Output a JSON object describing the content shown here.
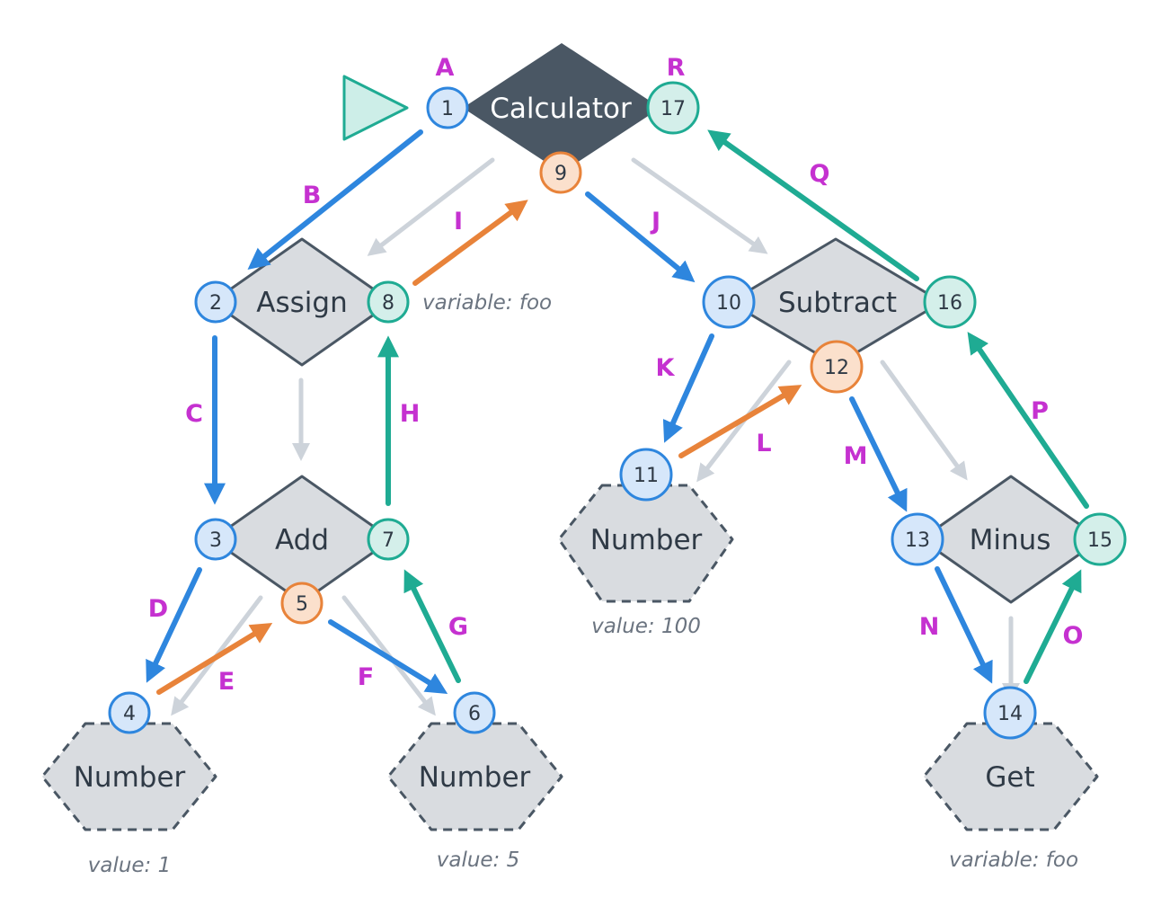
{
  "colors": {
    "blue": "#2e86de",
    "teal": "#1fab93",
    "orange": "#e8833a",
    "grey": "#cdd3da",
    "letter": "#c531d0",
    "root_fill": "#4a5764",
    "node_fill": "#d9dce0",
    "node_stroke": "#4a5764"
  },
  "root": {
    "label": "Calculator",
    "entry": "1",
    "exit": "17",
    "result": "9",
    "start_icon": "play-triangle-icon"
  },
  "nodes": {
    "assign": {
      "label": "Assign",
      "entry": "2",
      "exit": "8",
      "note": "variable: foo"
    },
    "add": {
      "label": "Add",
      "entry": "3",
      "exit": "7",
      "result": "5"
    },
    "num_a": {
      "label": "Number",
      "entry": "4",
      "note": "value: 1"
    },
    "num_b": {
      "label": "Number",
      "entry": "6",
      "note": "value: 5"
    },
    "subtract": {
      "label": "Subtract",
      "entry": "10",
      "exit": "16",
      "result": "12"
    },
    "num_c": {
      "label": "Number",
      "entry": "11",
      "note": "value: 100"
    },
    "minus": {
      "label": "Minus",
      "entry": "13",
      "exit": "15"
    },
    "get": {
      "label": "Get",
      "entry": "14",
      "note": "variable: foo"
    }
  },
  "edges": {
    "A": "A",
    "B": "B",
    "C": "C",
    "D": "D",
    "E": "E",
    "F": "F",
    "G": "G",
    "H": "H",
    "I": "I",
    "J": "J",
    "K": "K",
    "L": "L",
    "M": "M",
    "N": "N",
    "O": "O",
    "P": "P",
    "Q": "Q",
    "R": "R"
  }
}
